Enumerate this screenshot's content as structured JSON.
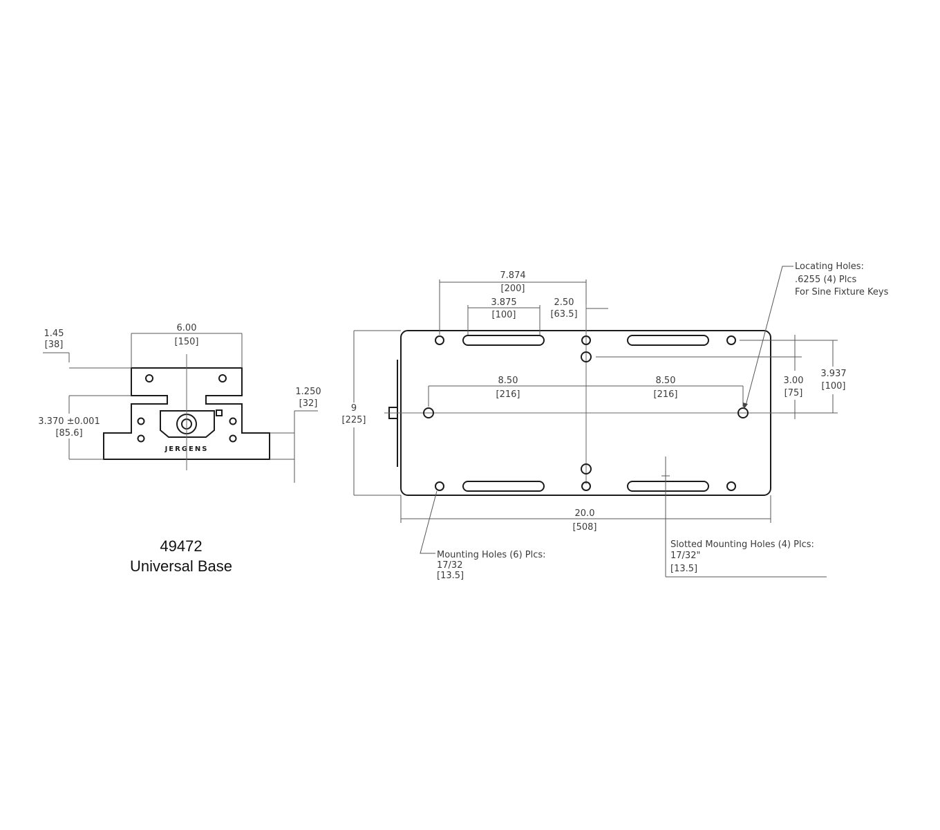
{
  "product": {
    "part_number": "49472",
    "name": "Universal Base",
    "brand_mark": "JERGENS"
  },
  "front_view": {
    "width": {
      "in": "6.00",
      "mm": "[150]"
    },
    "top_step": {
      "in": "1.45",
      "mm": "[38]"
    },
    "height": {
      "in": "3.370 ±0.001",
      "mm": "[85.6]"
    },
    "flange": {
      "in": "1.250",
      "mm": "[32]"
    }
  },
  "top_view": {
    "hole_spacing_outer": {
      "in": "7.874",
      "mm": "[200]"
    },
    "slot_length": {
      "in": "3.875",
      "mm": "[100]"
    },
    "offset": {
      "in": "2.50",
      "mm": "[63.5]"
    },
    "locating_left": {
      "in": "8.50",
      "mm": "[216]"
    },
    "locating_right": {
      "in": "8.50",
      "mm": "[216]"
    },
    "height_overall": {
      "in": "9",
      "mm": "[225]"
    },
    "length_overall": {
      "in": "20.0",
      "mm": "[508]"
    },
    "inner_spacing": {
      "in": "3.00",
      "mm": "[75]"
    },
    "outer_spacing": {
      "in": "3.937",
      "mm": "[100]"
    }
  },
  "callouts": {
    "locating_holes": {
      "line1": "Locating Holes:",
      "line2": ".6255 (4) Plcs",
      "line3": "For Sine Fixture Keys"
    },
    "mounting_holes": {
      "line1": "Mounting Holes (6) Plcs:",
      "line2": "17/32",
      "line3": "[13.5]"
    },
    "slotted_holes": {
      "line1": "Slotted Mounting Holes (4) Plcs:",
      "line2": "17/32\"",
      "line3": "[13.5]"
    }
  }
}
